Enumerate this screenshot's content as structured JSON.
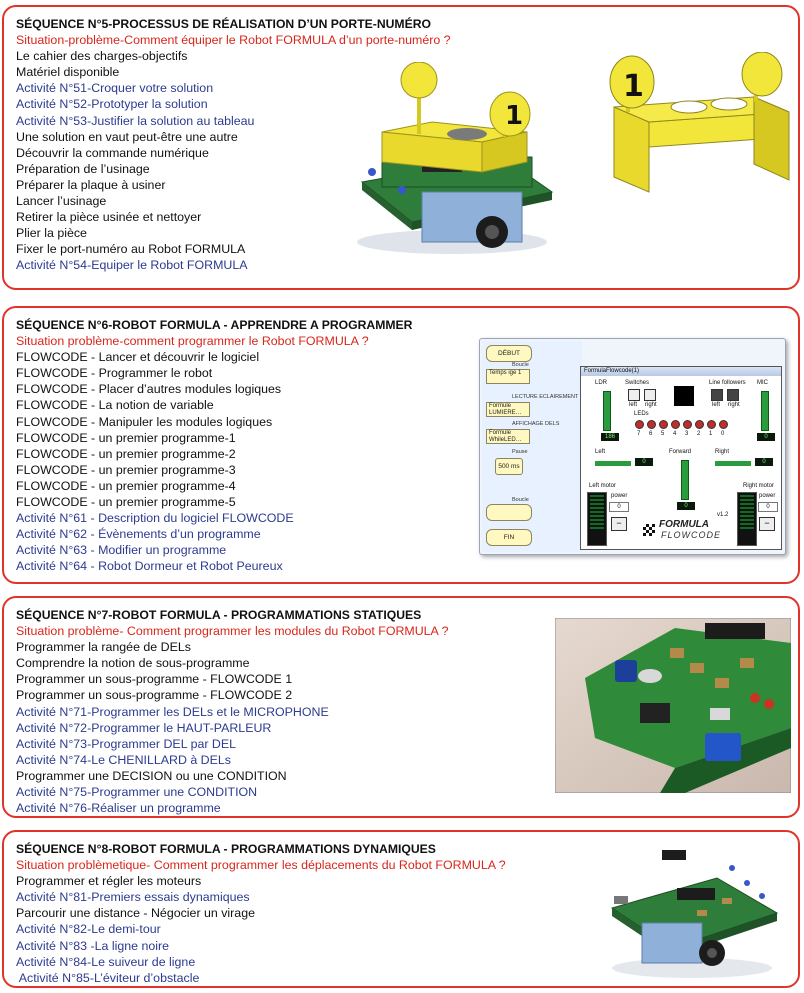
{
  "sections": [
    {
      "title": "SÉQUENCE N°5-PROCESSUS DE RÉALISATION D’UN PORTE-NUMÉRO",
      "problem": "Situation-problème-Comment équiper le Robot FORMULA d’un porte-numéro ?",
      "items": [
        {
          "text": "Le cahier des charges-objectifs",
          "style": "plain"
        },
        {
          "text": "Matériel disponible",
          "style": "plain"
        },
        {
          "text": "Activité N°51-Croquer votre solution",
          "style": "activity"
        },
        {
          "text": "Activité N°52-Prototyper la solution",
          "style": "activity"
        },
        {
          "text": "Activité N°53-Justifier la solution au tableau",
          "style": "activity"
        },
        {
          "text": "Une solution en vaut peut-être une autre",
          "style": "plain"
        },
        {
          "text": "Découvrir la commande numérique",
          "style": "plain"
        },
        {
          "text": "Préparation de l’usinage",
          "style": "plain"
        },
        {
          "text": "Préparer la plaque à usiner",
          "style": "plain"
        },
        {
          "text": "Lancer l’usinage",
          "style": "plain"
        },
        {
          "text": "Retirer la pièce usinée et nettoyer",
          "style": "plain"
        },
        {
          "text": "Plier la pièce",
          "style": "plain"
        },
        {
          "text": "Fixer le port-numéro au Robot FORMULA",
          "style": "plain"
        },
        {
          "text": "Activité N°54-Equiper le Robot FORMULA",
          "style": "activity"
        }
      ],
      "illustrations": [
        {
          "name": "robot-with-number-holder-image",
          "number": "1"
        },
        {
          "name": "number-holder-part-image",
          "number": "1"
        }
      ]
    },
    {
      "title": "SÉQUENCE N°6-ROBOT FORMULA - APPRENDRE A PROGRAMMER",
      "problem": "Situation problème-comment programmer le Robot FORMULA ?",
      "items": [
        {
          "text": "FLOWCODE - Lancer et découvrir le logiciel",
          "style": "plain"
        },
        {
          "text": "FLOWCODE - Programmer le robot",
          "style": "plain"
        },
        {
          "text": "FLOWCODE - Placer d’autres modules logiques",
          "style": "plain"
        },
        {
          "text": "FLOWCODE - La notion de variable",
          "style": "plain"
        },
        {
          "text": "FLOWCODE - Manipuler les modules logiques",
          "style": "plain"
        },
        {
          "text": "FLOWCODE - un premier programme-1",
          "style": "plain"
        },
        {
          "text": "FLOWCODE - un premier programme-2",
          "style": "plain"
        },
        {
          "text": "FLOWCODE - un premier programme-3",
          "style": "plain"
        },
        {
          "text": "FLOWCODE - un premier programme-4",
          "style": "plain"
        },
        {
          "text": "FLOWCODE - un premier programme-5",
          "style": "plain"
        },
        {
          "text": "Activité N°61 - Description du logiciel FLOWCODE",
          "style": "activity"
        },
        {
          "text": "Activité N°62 - Évènements d’un programme",
          "style": "activity"
        },
        {
          "text": "Activité N°63 - Modifier un programme",
          "style": "activity"
        },
        {
          "text": "Activité N°64 - Robot Dormeur et Robot Peureux",
          "style": "activity"
        }
      ],
      "screenshot": {
        "flow": {
          "start": "DÉBUT",
          "loop_label": "Boucle",
          "nodes": [
            "Temps ige 1",
            "Formule LUMIERE…",
            "Formule WhileLED…",
            "500 ms"
          ],
          "node_labels": [
            "LECTURE ECLAIREMENT",
            "AFFICHAGE DELS",
            "Pause"
          ],
          "loop_end": "Boucle",
          "end": "FIN"
        },
        "panel": {
          "window_title": "FormulaFlowcode(1)",
          "labels": {
            "ldr": "LDR",
            "switches": "Switches",
            "line_followers": "Line followers",
            "mic": "MIC",
            "leds": "LEDs",
            "left": "Left",
            "forward": "Forward",
            "right": "Right",
            "left_motor": "Left motor",
            "right_motor": "Right motor",
            "power": "power",
            "sw_left": "left",
            "sw_right": "right",
            "lf_left": "left",
            "lf_right": "right",
            "version": "v1.2"
          },
          "led_numbers": [
            "7",
            "6",
            "5",
            "4",
            "3",
            "2",
            "1",
            "0"
          ],
          "ldr_value": "186",
          "mic_value": "0",
          "left_value": "0",
          "forward_value": "0",
          "right_value": "0",
          "left_power": "0",
          "right_power": "0",
          "brand_line1": "FORMULA",
          "brand_line2": "FLOWCODE"
        }
      }
    },
    {
      "title": "SÉQUENCE N°7-ROBOT FORMULA - PROGRAMMATIONS STATIQUES",
      "problem": "Situation problème- Comment programmer les modules du Robot FORMULA ?",
      "items": [
        {
          "text": "Programmer la rangée de DELs",
          "style": "plain"
        },
        {
          "text": "Comprendre la notion de sous-programme",
          "style": "plain"
        },
        {
          "text": "Programmer un sous-programme - FLOWCODE 1",
          "style": "plain"
        },
        {
          "text": "Programmer un sous-programme - FLOWCODE 2",
          "style": "plain"
        },
        {
          "text": "Activité N°71-Programmer les DELs et le MICROPHONE",
          "style": "activity"
        },
        {
          "text": "Activité N°72-Programmer le HAUT-PARLEUR",
          "style": "activity"
        },
        {
          "text": "Activité N°73-Programmer DEL par DEL",
          "style": "activity"
        },
        {
          "text": "Activité N°74-Le CHENILLARD à DELs",
          "style": "activity"
        },
        {
          "text": "Programmer une DECISION ou une CONDITION",
          "style": "plain"
        },
        {
          "text": "Activité N°75-Programmer une CONDITION",
          "style": "activity"
        },
        {
          "text": "Activité N°76-Réaliser un programme",
          "style": "activity"
        }
      ],
      "photo": {
        "name": "robot-board-photo"
      }
    },
    {
      "title": "SÉQUENCE N°8-ROBOT FORMULA - PROGRAMMATIONS DYNAMIQUES",
      "problem": "Situation problèmetique- Comment programmer les déplacements du Robot FORMULA ?",
      "items": [
        {
          "text": "Programmer et régler les moteurs",
          "style": "plain"
        },
        {
          "text": "Activité N°81-Premiers essais dynamiques",
          "style": "activity"
        },
        {
          "text": "Parcourir une distance - Négocier un virage",
          "style": "plain"
        },
        {
          "text": "Activité N°82-Le demi-tour",
          "style": "activity"
        },
        {
          "text": "Activité N°83 -La ligne noire",
          "style": "activity"
        },
        {
          "text": "Activité N°84-Le suiveur de ligne",
          "style": "activity"
        },
        {
          "text": " Activité N°85-L’éviteur d’obstacle",
          "style": "activity"
        }
      ],
      "illustrations": [
        {
          "name": "robot-3d-render-image"
        }
      ]
    }
  ],
  "colors": {
    "border": "#e0342a",
    "problem": "#d8261b",
    "activity": "#2c3b8f",
    "plain": "#111111",
    "part_yellow": "#f2e63a"
  }
}
